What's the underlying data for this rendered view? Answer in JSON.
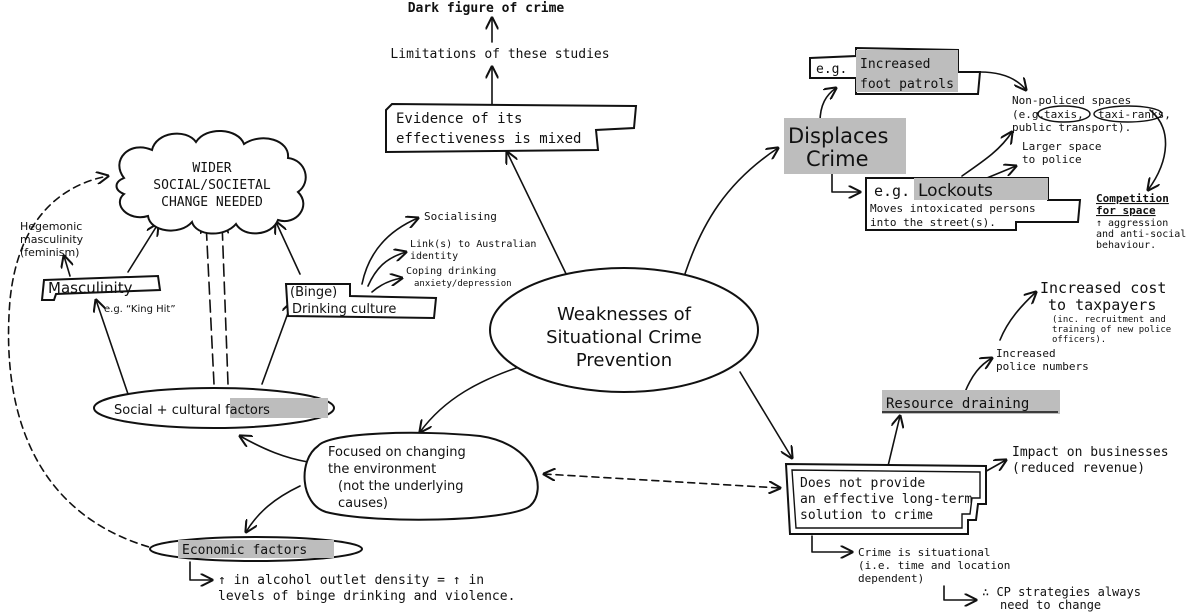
{
  "colors": {
    "ink": "#111111",
    "highlight": "#bdbdbd",
    "paper": "#ffffff"
  },
  "center": {
    "line1": "Weaknesses of",
    "line2": "Situational Crime",
    "line3": "Prevention"
  },
  "top": {
    "dark_figure": "Dark figure of crime",
    "limitations": "Limitations of these studies",
    "evidence_line1": "Evidence of its",
    "evidence_line2": "effectiveness is mixed"
  },
  "displaces": {
    "title_line1": "Displaces",
    "title_line2": "Crime",
    "foot_eg": "e.g.",
    "foot_line1": "Increased",
    "foot_line2": "foot patrols",
    "lockouts_eg": "e.g.",
    "lockouts": "Lockouts",
    "lockouts_desc1": "Moves intoxicated persons",
    "lockouts_desc2": "into the street(s).",
    "nonpoliced_line1": "Non-policed spaces",
    "nonpoliced_prefix": "(e.g.",
    "taxis": "taxis,",
    "taxiranks": "taxi-ranks,",
    "nonpoliced_line3": "public transport).",
    "larger_line1": "Larger space",
    "larger_line2": "to police",
    "competition_line1": "Competition",
    "competition_line2": "for space",
    "competition_line3": "↑ aggression",
    "competition_line4": "and anti-social",
    "competition_line5": "behaviour."
  },
  "resource": {
    "cost_line1": "Increased cost",
    "cost_line2": "to taxpayers",
    "cost_note1": "(inc. recruitment and",
    "cost_note2": "training of new police",
    "cost_note3": "officers).",
    "police_line1": "Increased",
    "police_line2": "police numbers",
    "draining": "Resource draining",
    "impact_line1": "Impact on businesses",
    "impact_line2": "(reduced revenue)",
    "longterm_line1": "Does not provide",
    "longterm_line2": "an effective long-term",
    "longterm_line3": "solution to crime",
    "situational_line1": "Crime is situational",
    "situational_line2": "(i.e. time and location",
    "situational_line3": "dependent)",
    "strategies_line1": "∴ CP strategies always",
    "strategies_line2": "need to change"
  },
  "left": {
    "wider_line1": "WIDER",
    "wider_line2": "SOCIAL/SOCIETAL",
    "wider_line3": "CHANGE NEEDED",
    "hegemonic_line1": "Hegemonic",
    "hegemonic_line2": "masculinity",
    "hegemonic_line3": "(feminism)",
    "masculinity": "Masculinity",
    "kinghit": "e.g. “King Hit”",
    "binge_line1": "(Binge)",
    "binge_line2": "Drinking culture",
    "socialising": "Socialising",
    "links_line1": "Link(s) to Australian",
    "links_line2": "identity",
    "coping_line1": "Coping drinking",
    "coping_line2": "anxiety/depression",
    "social_cultural": "Social + cultural factors",
    "environment_line1": "Focused on changing",
    "environment_line2": "the environment",
    "environment_line3": "(not the underlying",
    "environment_line4": "causes)",
    "economic": "Economic factors",
    "alcohol_line1": "↑ in alcohol outlet density = ↑ in",
    "alcohol_line2": "levels of binge drinking and violence."
  }
}
